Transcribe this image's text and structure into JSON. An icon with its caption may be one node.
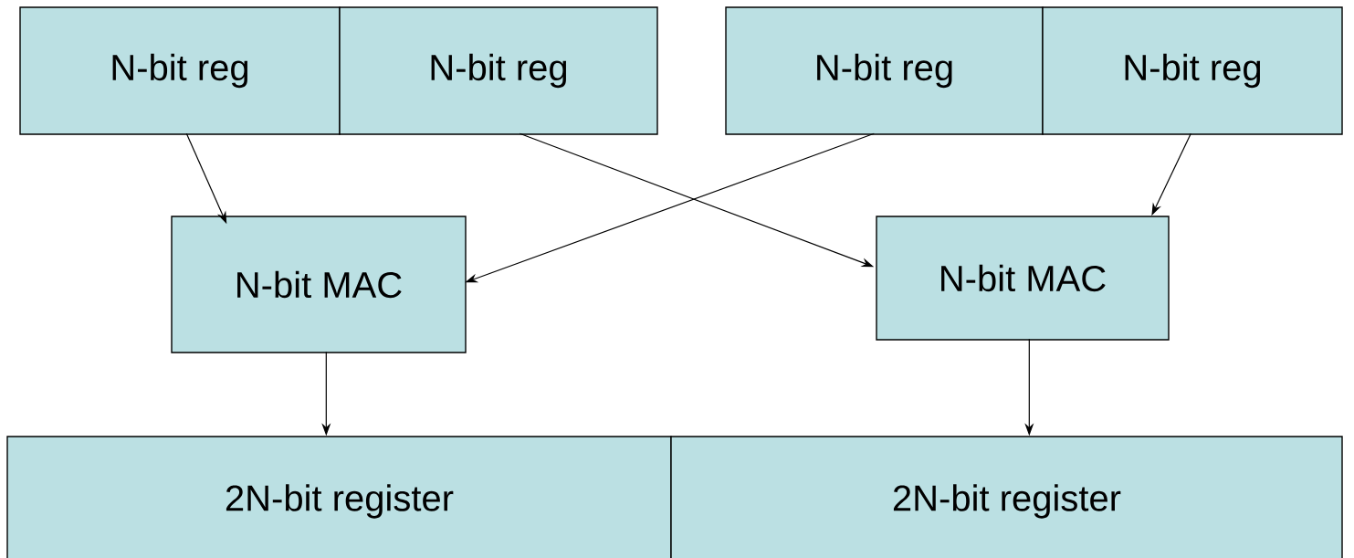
{
  "diagram": {
    "nodes": [
      {
        "text": [
          "N-bit reg"
        ]
      },
      {
        "text": [
          "N-bit reg"
        ]
      },
      {
        "text": [
          "N-bit reg"
        ]
      },
      {
        "text": [
          "N-bit reg"
        ]
      },
      {
        "text": [
          "N-bit MAC"
        ]
      },
      {
        "text": [
          "N-bit MAC"
        ]
      },
      {
        "text": [
          "2N-bit register"
        ]
      },
      {
        "text": [
          "2N-bit register"
        ]
      }
    ],
    "edges": [
      {
        "from": 0,
        "to": 4,
        "arrow": "to"
      },
      {
        "from": 1,
        "to": 5,
        "arrow": "to"
      },
      {
        "from": 2,
        "to": 4,
        "arrow": "to"
      },
      {
        "from": 3,
        "to": 5,
        "arrow": "to"
      },
      {
        "from": 4,
        "to": 6,
        "arrow": "to"
      },
      {
        "from": 5,
        "to": 7,
        "arrow": "to"
      }
    ]
  }
}
